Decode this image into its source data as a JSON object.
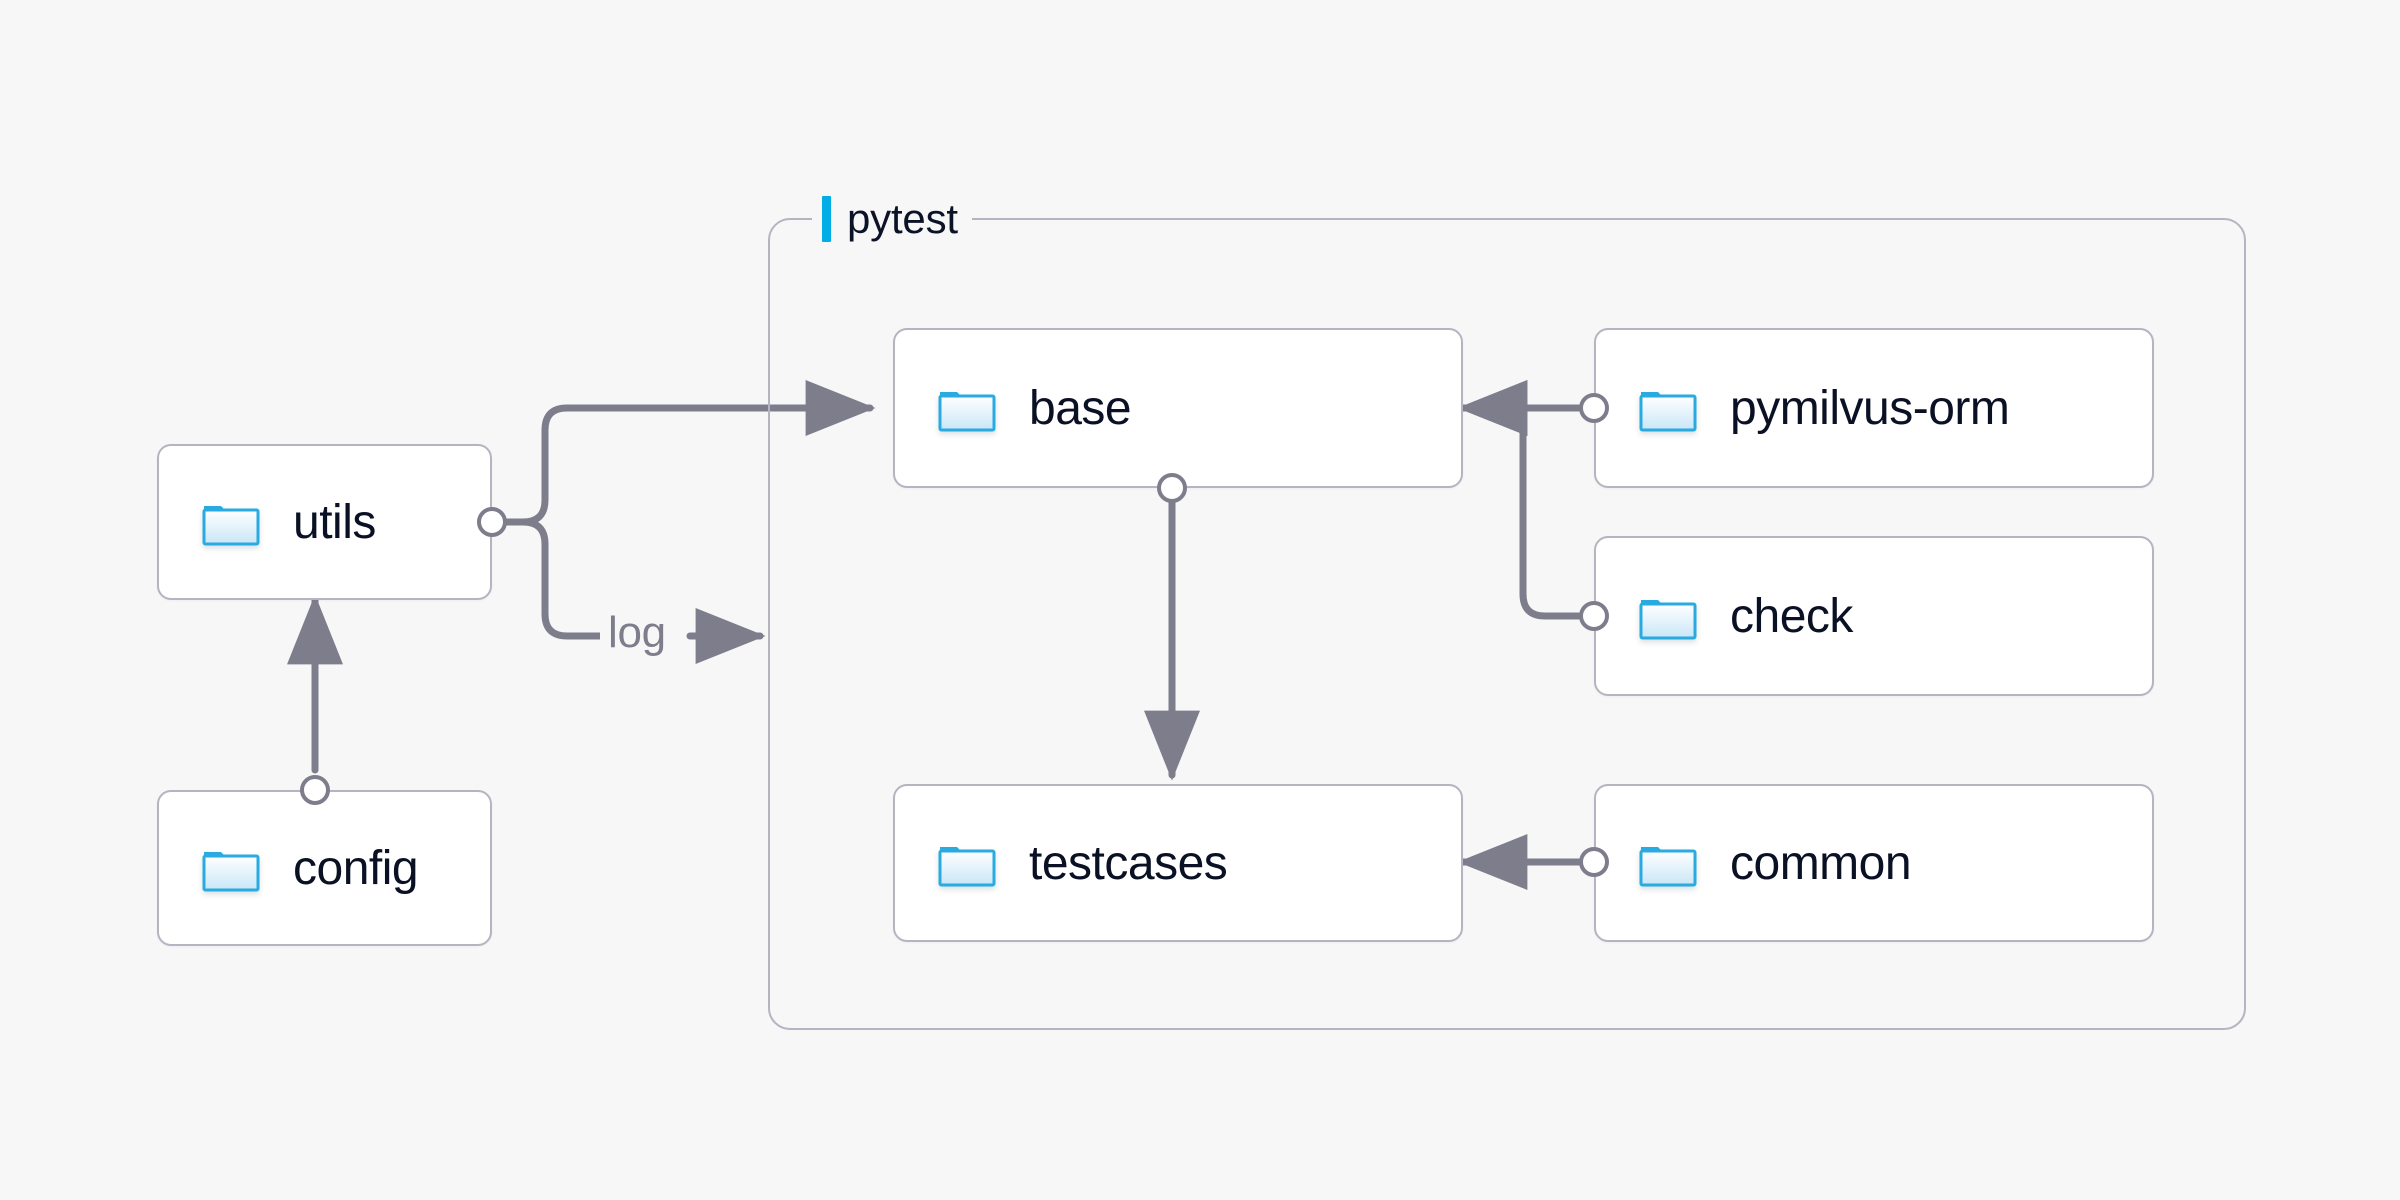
{
  "diagram": {
    "title_hidden": "",
    "background": "#f7f7f8",
    "accent_color": "#00ade5",
    "node_border_color": "#b6b4c0",
    "edge_color": "#7d7d8c",
    "text_color": "#0b1124",
    "folder_icon_color": "#29abe2"
  },
  "group": {
    "label": "pytest",
    "icon": "accent-bar"
  },
  "nodes": [
    {
      "id": "utils",
      "label": "utils",
      "icon": "folder-icon"
    },
    {
      "id": "config",
      "label": "config",
      "icon": "folder-icon"
    },
    {
      "id": "base",
      "label": "base",
      "icon": "folder-icon"
    },
    {
      "id": "testcases",
      "label": "testcases",
      "icon": "folder-icon"
    },
    {
      "id": "pymilvus-orm",
      "label": "pymilvus-orm",
      "icon": "folder-icon"
    },
    {
      "id": "check",
      "label": "check",
      "icon": "folder-icon"
    },
    {
      "id": "common",
      "label": "common",
      "icon": "folder-icon"
    }
  ],
  "edges": [
    {
      "from": "utils",
      "to": "base",
      "label": ""
    },
    {
      "from": "utils",
      "to": "pytest",
      "label": "log"
    },
    {
      "from": "config",
      "to": "utils",
      "label": ""
    },
    {
      "from": "base",
      "to": "testcases",
      "label": ""
    },
    {
      "from": "pymilvus-orm",
      "to": "base",
      "label": ""
    },
    {
      "from": "check",
      "to": "base",
      "label": ""
    },
    {
      "from": "common",
      "to": "testcases",
      "label": ""
    }
  ],
  "edge_labels": {
    "log": "log"
  }
}
